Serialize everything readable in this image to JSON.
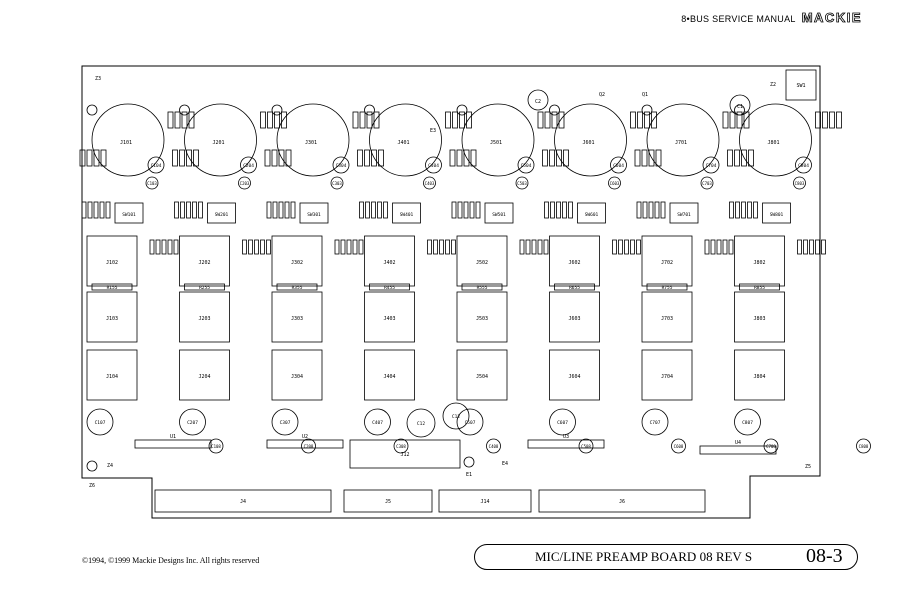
{
  "header": {
    "manual": "8•BUS SERVICE MANUAL",
    "brand": "MACKIE"
  },
  "footer": {
    "copyright": "©1994, ©1999 Mackie Designs Inc. All rights reserved",
    "title": "MIC/LINE PREAMP BOARD 08 REV S",
    "page": "08-3"
  },
  "board": {
    "outline_color": "#000000",
    "corner_labels": {
      "z3": "Z3",
      "z2": "Z2",
      "z4": "Z4",
      "z5": "Z5",
      "z6": "Z6",
      "sw1": "SW1"
    },
    "misc": {
      "e3": "E3",
      "e4": "E4",
      "e1": "E1",
      "q2": "Q2",
      "q1": "Q1",
      "c2": "C2",
      "c1": "C1",
      "c12a": "C12",
      "c12b": "C12",
      "j12": "J12"
    },
    "channels": [
      {
        "jack": "J101",
        "sw": "SW101",
        "j1": "J102",
        "j2": "J103",
        "j3": "J104",
        "c_big": "C107",
        "c_small": "C108",
        "c_top": "C104",
        "c_mid": "C103",
        "r_bar": "R155"
      },
      {
        "jack": "J201",
        "sw": "SW201",
        "j1": "J202",
        "j2": "J203",
        "j3": "J204",
        "c_big": "C207",
        "c_small": "C208",
        "c_top": "C204",
        "c_mid": "C203",
        "r_bar": "R255"
      },
      {
        "jack": "J301",
        "sw": "SW301",
        "j1": "J302",
        "j2": "J303",
        "j3": "J304",
        "c_big": "C307",
        "c_small": "C308",
        "c_top": "C304",
        "c_mid": "C303",
        "r_bar": "R355"
      },
      {
        "jack": "J401",
        "sw": "SW401",
        "j1": "J402",
        "j2": "J403",
        "j3": "J404",
        "c_big": "C407",
        "c_small": "C408",
        "c_top": "C404",
        "c_mid": "C403",
        "r_bar": "R455"
      },
      {
        "jack": "J501",
        "sw": "SW501",
        "j1": "J502",
        "j2": "J503",
        "j3": "J504",
        "c_big": "C507",
        "c_small": "C508",
        "c_top": "C504",
        "c_mid": "C503",
        "r_bar": "R555"
      },
      {
        "jack": "J601",
        "sw": "SW601",
        "j1": "J602",
        "j2": "J603",
        "j3": "J604",
        "c_big": "C607",
        "c_small": "C608",
        "c_top": "C604",
        "c_mid": "C603",
        "r_bar": "R655"
      },
      {
        "jack": "J701",
        "sw": "SW701",
        "j1": "J702",
        "j2": "J703",
        "j3": "J704",
        "c_big": "C707",
        "c_small": "C708",
        "c_top": "C704",
        "c_mid": "C703",
        "r_bar": "R755"
      },
      {
        "jack": "J801",
        "sw": "SW801",
        "j1": "J802",
        "j2": "J803",
        "j3": "J804",
        "c_big": "C807",
        "c_small": "C808",
        "c_top": "C804",
        "c_mid": "C803",
        "r_bar": "R855"
      }
    ],
    "ics": [
      "U1",
      "U2",
      "U3",
      "U4"
    ],
    "connectors": [
      "J4",
      "J5",
      "J14",
      "J6"
    ]
  }
}
